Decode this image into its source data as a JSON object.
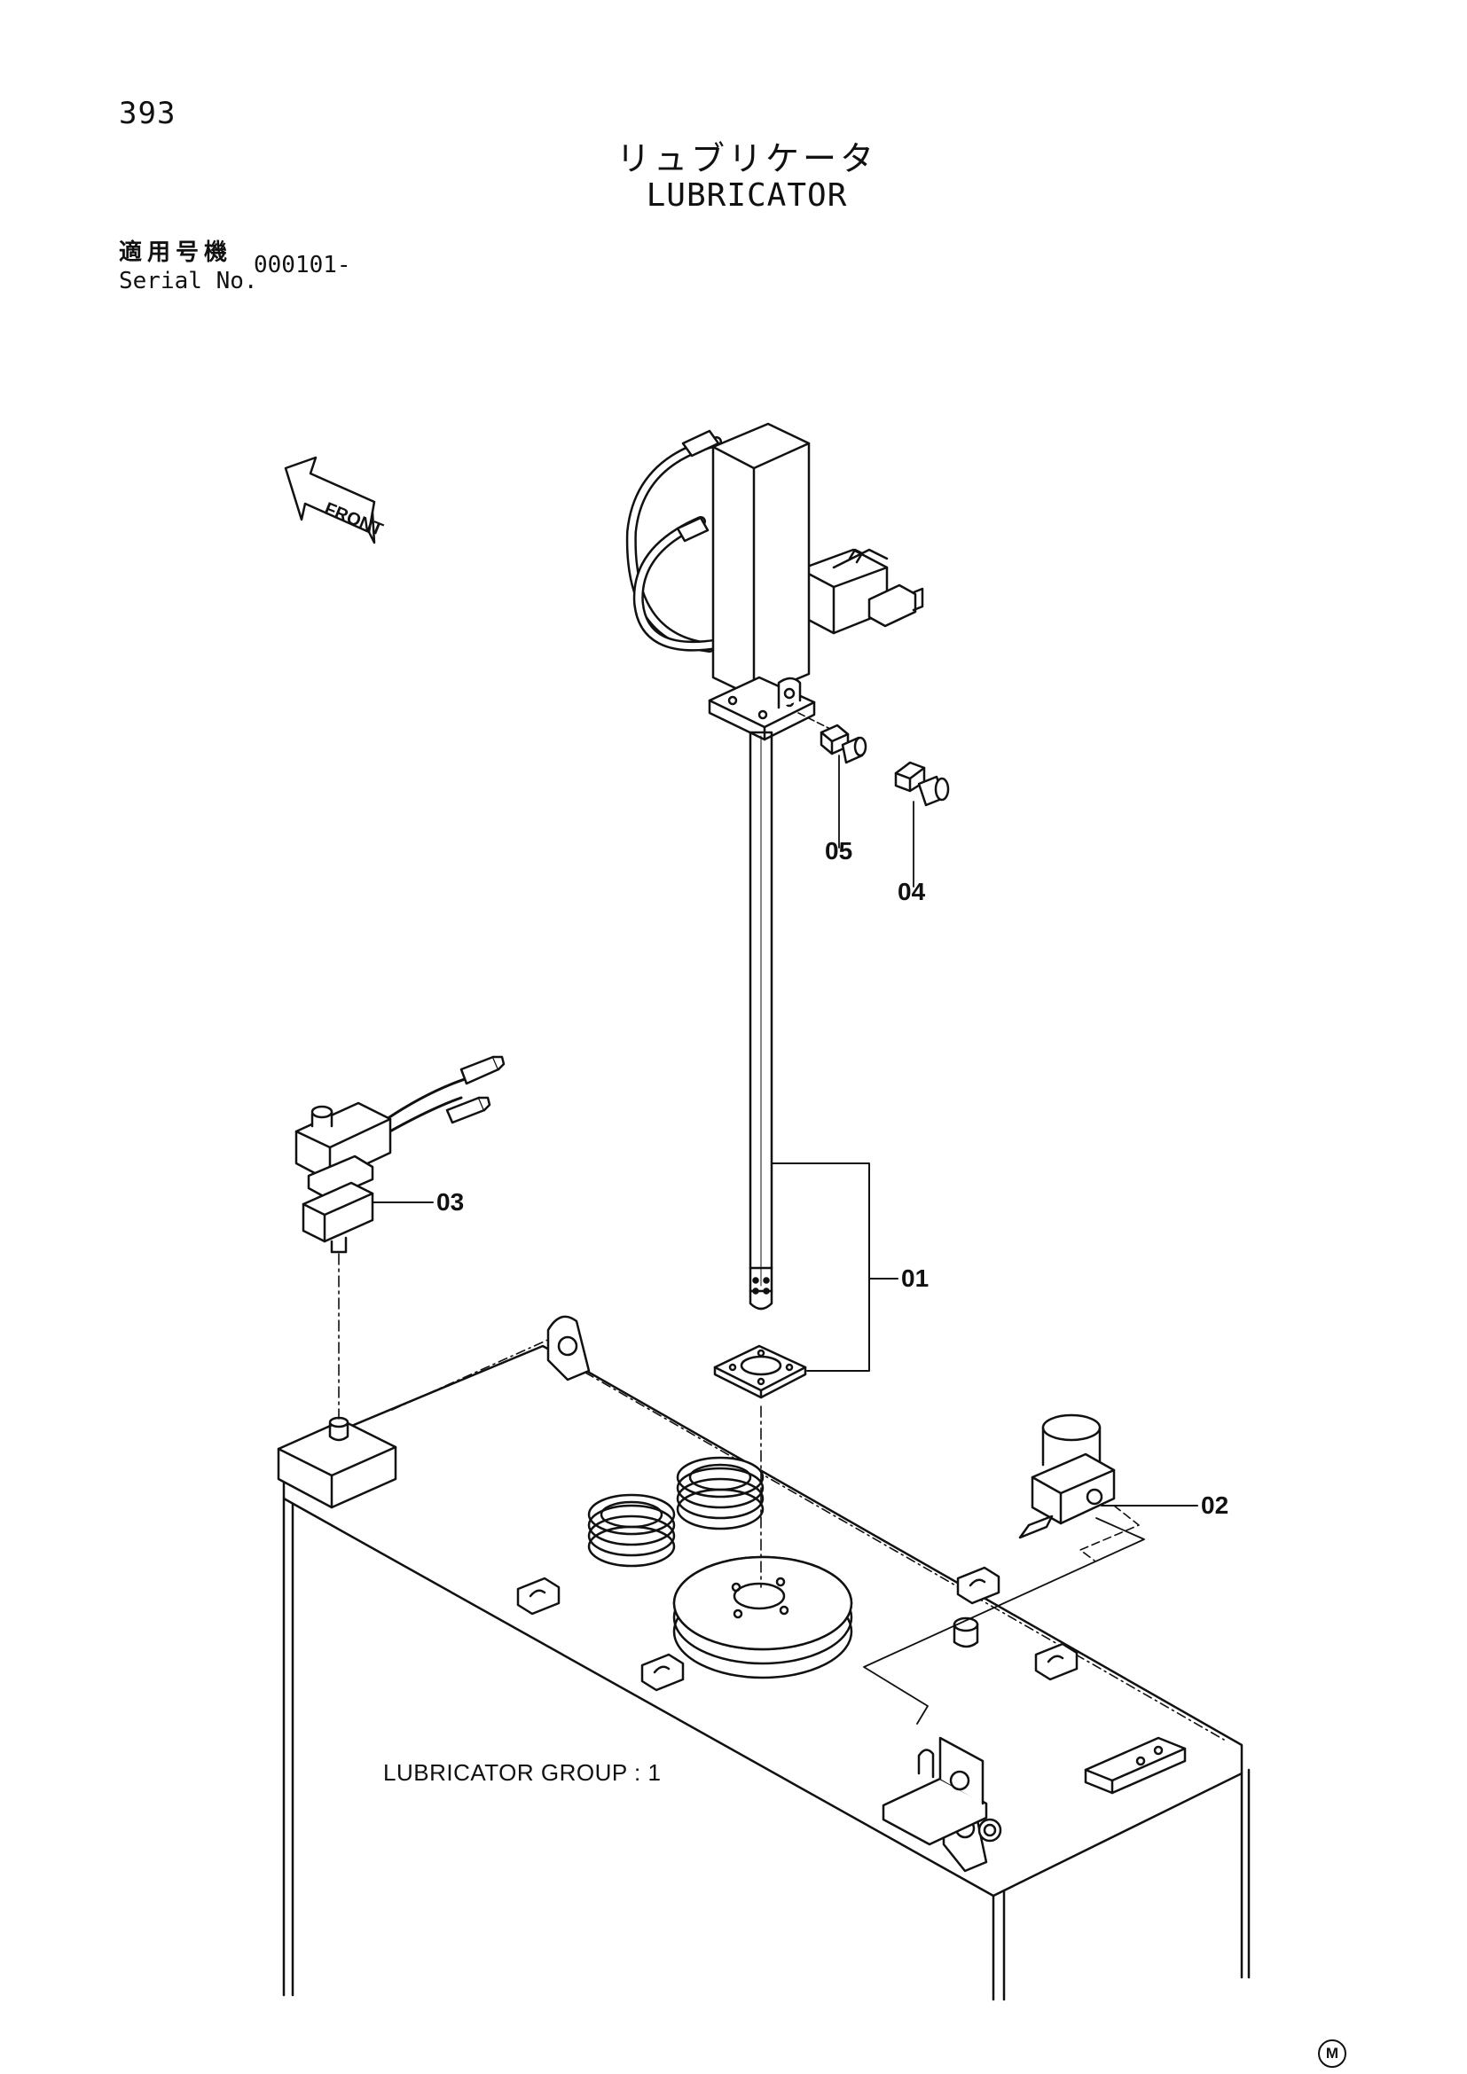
{
  "page_number": "393",
  "title": {
    "japanese": "リュブリケータ",
    "english": "LUBRICATOR"
  },
  "serial": {
    "label_japanese": "適用号機",
    "label_english": "Serial No.",
    "value": "000101-"
  },
  "direction_indicator": "FRONT",
  "part_callouts": [
    {
      "id": "05",
      "label": "05"
    },
    {
      "id": "04",
      "label": "04"
    },
    {
      "id": "03",
      "label": "03"
    },
    {
      "id": "01",
      "label": "01"
    },
    {
      "id": "02",
      "label": "02"
    }
  ],
  "group_label": "LUBRICATOR GROUP : 1",
  "corner_mark": "M"
}
